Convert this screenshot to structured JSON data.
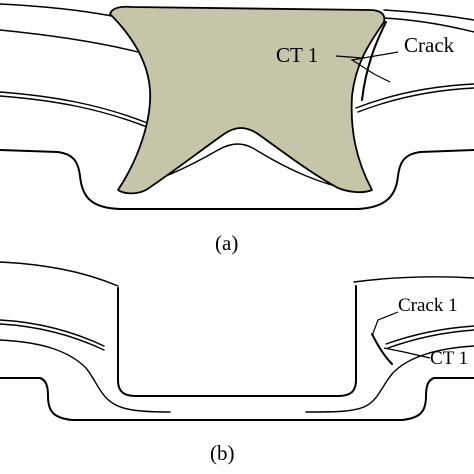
{
  "panels": {
    "a": {
      "caption": "(a)",
      "labels": {
        "contact_tip": "CT 1",
        "crack": "Crack"
      }
    },
    "b": {
      "caption": "(b)",
      "labels": {
        "crack": "Crack 1",
        "contact_tip": "CT 1"
      }
    }
  },
  "colors": {
    "region_fill": "#c5c5aa",
    "outline": "#000000",
    "background": "#ffffff"
  }
}
